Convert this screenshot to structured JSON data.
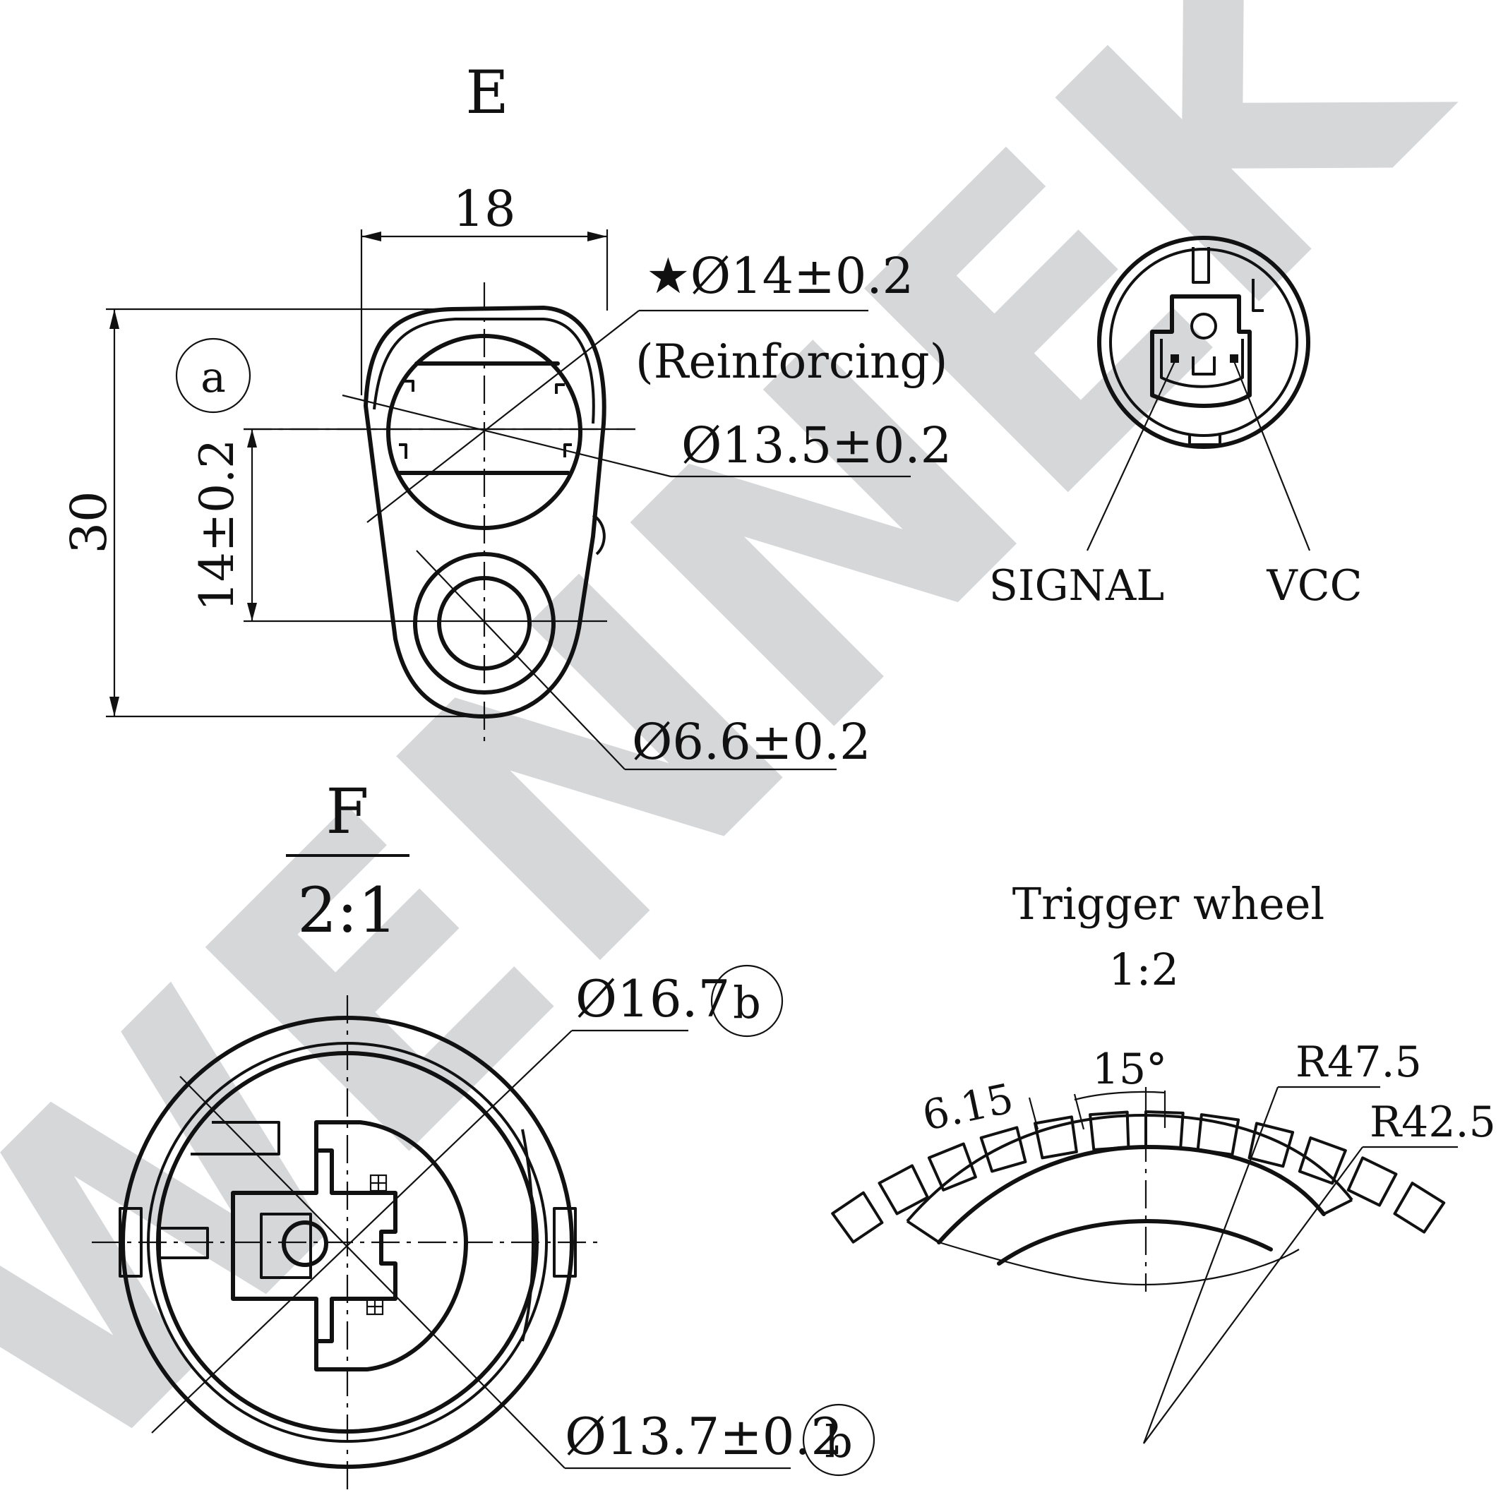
{
  "watermark": {
    "text": "WENNEK",
    "color": "#d6d7d9"
  },
  "view_e": {
    "title": "E",
    "label_a": "a",
    "dim_width": "18",
    "dim_height": "30",
    "dim_pitch": "14±0.2",
    "dim_reinforcing": "★Ø14±0.2",
    "reinforcing_note": "(Reinforcing)",
    "dim_bore": "Ø13.5±0.2",
    "dim_hole": "Ø6.6±0.2"
  },
  "connector": {
    "signal_label": "SIGNAL",
    "vcc_label": "VCC"
  },
  "view_f": {
    "title": "F",
    "scale": "2:1",
    "dim_outer": "Ø16.7",
    "dim_outer_tag": "b",
    "dim_inner": "Ø13.7±0.2",
    "dim_inner_tag": "b"
  },
  "trigger_wheel": {
    "title": "Trigger wheel",
    "scale": "1:2",
    "dim_pitch": "6.15",
    "dim_angle": "15°",
    "dim_r_outer": "R47.5",
    "dim_r_inner": "R42.5"
  }
}
